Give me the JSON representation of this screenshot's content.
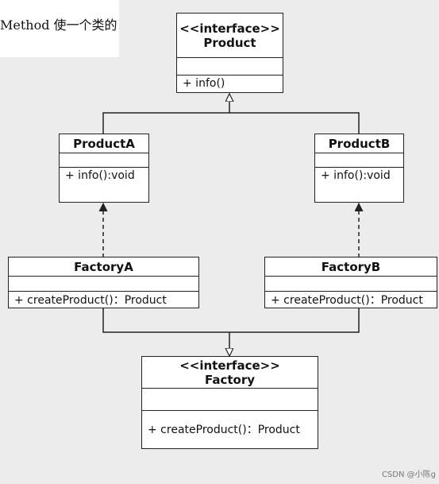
{
  "header": {
    "text": "Method 使一个类的"
  },
  "diagram": {
    "product": {
      "stereotype": "<<interface>>",
      "name": "Product",
      "operation": "+ info()"
    },
    "product_a": {
      "name": "ProductA",
      "operation": "+ info():void"
    },
    "product_b": {
      "name": "ProductB",
      "operation": "+ info():void"
    },
    "factory_a": {
      "name": "FactoryA",
      "operation": "+ createProduct()：Product"
    },
    "factory_b": {
      "name": "FactoryB",
      "operation": "+ createProduct()：Product"
    },
    "factory": {
      "stereotype": "<<interface>>",
      "name": "Factory",
      "operation": "+ createProduct()：Product"
    }
  },
  "footer": {
    "watermark": "CSDN @小陈g"
  },
  "colors": {
    "background": "#ececec",
    "box_fill": "#ffffff",
    "line": "#222222"
  }
}
